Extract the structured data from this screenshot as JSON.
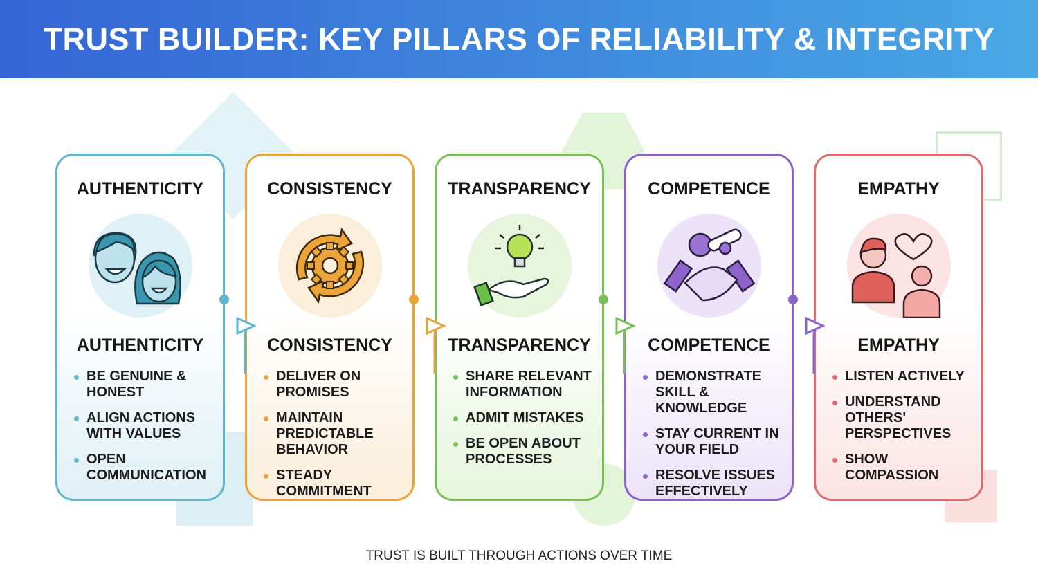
{
  "title": "TRUST BUILDER: KEY PILLARS OF RELIABILITY & INTEGRITY",
  "footer": "TRUST IS BUILT THROUGH ACTIONS OVER TIME",
  "pillars": [
    {
      "title": "AUTHENTICITY",
      "icon": "two-smiling-faces-icon",
      "color": "#5fb6cf",
      "tint": "#dff0f6",
      "items": [
        "BE GENUINE & HONEST",
        "ALIGN ACTIONS WITH VALUES",
        "OPEN COMMUNICATION"
      ]
    },
    {
      "title": "CONSISTENCY",
      "icon": "gear-cycle-icon",
      "color": "#e6a53a",
      "tint": "#fbeedb",
      "items": [
        "DELIVER ON PROMISES",
        "MAINTAIN PREDICTABLE BEHAVIOR",
        "STEADY COMMITMENT"
      ]
    },
    {
      "title": "TRANSPARENCY",
      "icon": "lightbulb-hand-icon",
      "color": "#77c055",
      "tint": "#e6f5dc",
      "items": [
        "SHARE RELEVANT INFORMATION",
        "ADMIT MISTAKES",
        "BE OPEN ABOUT PROCESSES"
      ]
    },
    {
      "title": "COMPETENCE",
      "icon": "handshake-certificate-icon",
      "color": "#8a62c8",
      "tint": "#ece3f8",
      "items": [
        "DEMONSTRATE SKILL & KNOWLEDGE",
        "STAY CURRENT IN YOUR FIELD",
        "RESOLVE ISSUES EFFECTIVELY"
      ]
    },
    {
      "title": "EMPATHY",
      "icon": "people-heart-icon",
      "color": "#de6a6a",
      "tint": "#fbe3e3",
      "items": [
        "LISTEN ACTIVELY",
        "UNDERSTAND OTHERS' PERSPECTIVES",
        "SHOW COMPASSION"
      ]
    }
  ]
}
